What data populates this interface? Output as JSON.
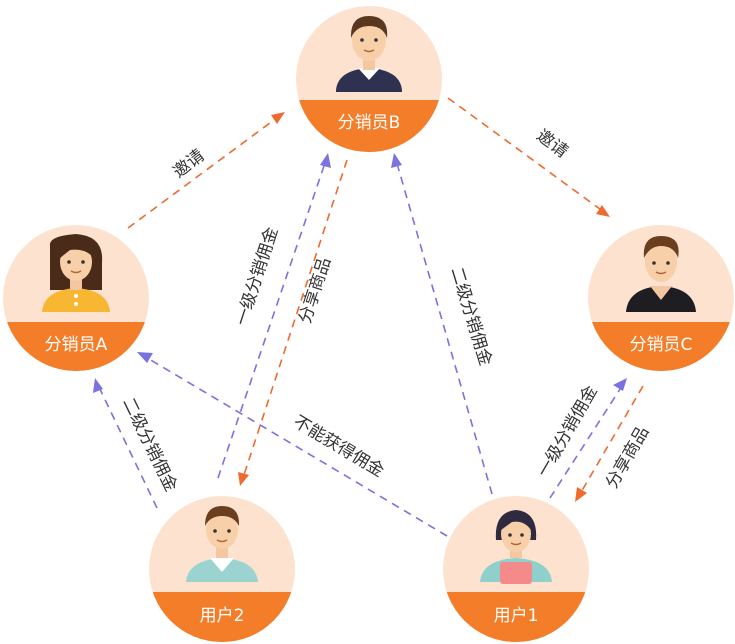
{
  "colors": {
    "circle_bg": "#fde3cf",
    "band": "#f47d2a",
    "invite_arrow": "#ee6a2f",
    "share_arrow": "#ee6a2f",
    "commission_arrow": "#7a72e0",
    "text": "#333333"
  },
  "nodes": [
    {
      "id": "B",
      "label": "分销员B",
      "avatar": "man-navy-sweater-icon"
    },
    {
      "id": "A",
      "label": "分销员A",
      "avatar": "woman-yellow-shirt-icon"
    },
    {
      "id": "C",
      "label": "分销员C",
      "avatar": "man-black-hoodie-icon"
    },
    {
      "id": "U2",
      "label": "用户2",
      "avatar": "man-teal-shirt-icon"
    },
    {
      "id": "U1",
      "label": "用户1",
      "avatar": "woman-apron-icon"
    }
  ],
  "edges": [
    {
      "from": "A",
      "to": "B",
      "kind": "invite",
      "label": "邀请"
    },
    {
      "from": "B",
      "to": "C",
      "kind": "invite",
      "label": "邀请"
    },
    {
      "from": "U2",
      "to": "B",
      "kind": "commission",
      "label": "一级分销佣金"
    },
    {
      "from": "B",
      "to": "U2",
      "kind": "share",
      "label": "分享商品"
    },
    {
      "from": "U1",
      "to": "B",
      "kind": "commission",
      "label": "二级分销佣金"
    },
    {
      "from": "U2",
      "to": "A",
      "kind": "commission",
      "label": "二级分销佣金"
    },
    {
      "from": "U1",
      "to": "A",
      "kind": "commission",
      "label": "不能获得佣金"
    },
    {
      "from": "U1",
      "to": "C",
      "kind": "commission",
      "label": "一级分销佣金"
    },
    {
      "from": "C",
      "to": "U1",
      "kind": "share",
      "label": "分享商品"
    }
  ]
}
